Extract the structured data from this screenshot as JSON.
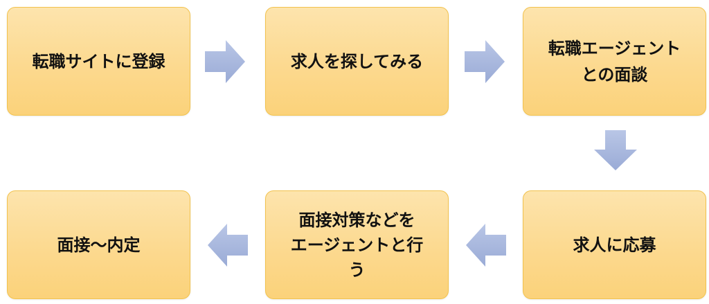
{
  "steps": [
    {
      "label": "転職サイトに登録"
    },
    {
      "label": "求人を探してみる"
    },
    {
      "label": "転職エージェント\nとの面談"
    },
    {
      "label": "求人に応募"
    },
    {
      "label": "面接対策などを\nエージェントと行\nう"
    },
    {
      "label": "面接〜内定"
    }
  ],
  "colors": {
    "box_fill": "#fcd98f",
    "box_border": "#f2c24d",
    "arrow_fill": "#a9b8dd",
    "text": "#111111"
  }
}
